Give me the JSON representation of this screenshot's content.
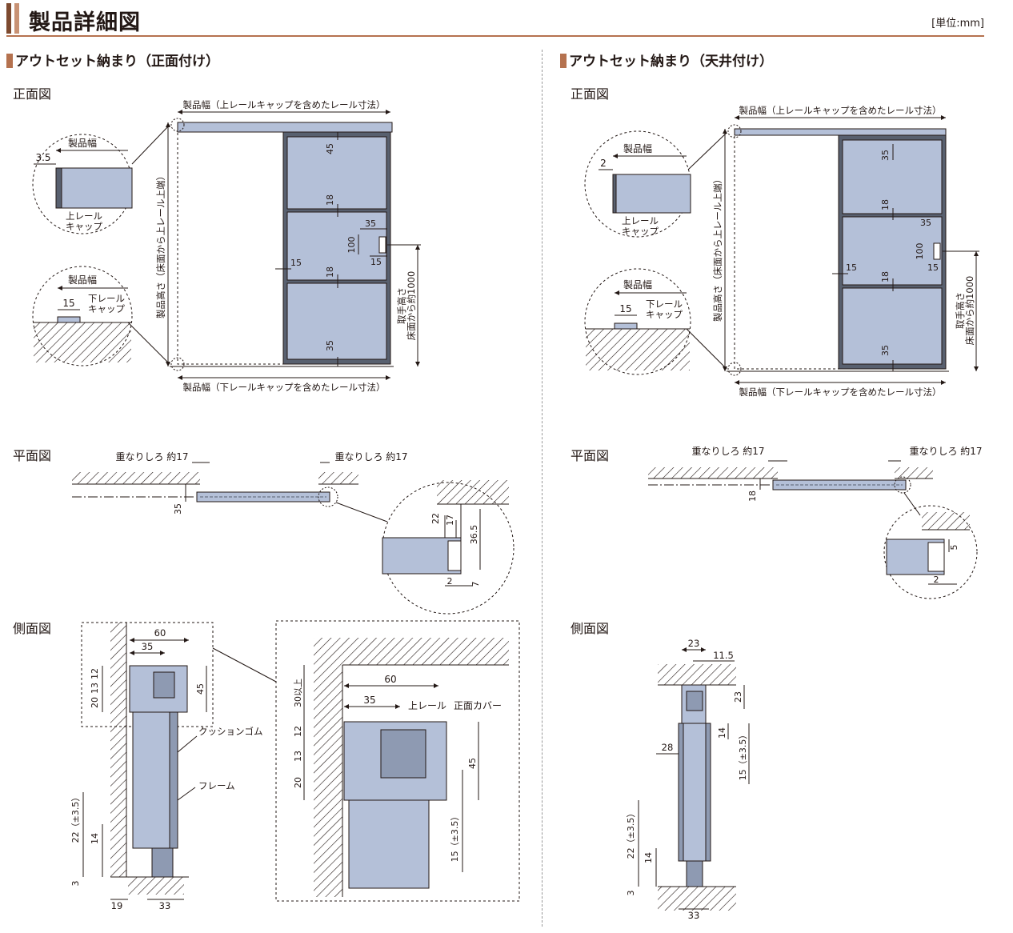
{
  "title": "製品詳細図",
  "unit": "[単位:mm]",
  "colors": {
    "accent_dark": "#7d4a2f",
    "accent": "#b5724f",
    "panel": "#b4c0d8",
    "panel_dark": "#58606f",
    "line": "#231815"
  },
  "sections": {
    "left_heading": "アウトセット納まり（正面付け）",
    "right_heading": "アウトセット納まり（天井付け）"
  },
  "views": {
    "front": "正面図",
    "plan": "平面図",
    "side": "側面図"
  },
  "labels": {
    "width_top": "製品幅（上レールキャップを含めたレール寸法）",
    "width_bottom": "製品幅（下レールキャップを含めたレール寸法）",
    "height": "製品高さ（床面から上レール上端）",
    "handle_1": "取手高さ",
    "handle_2": "床面から約1000",
    "product_width": "製品幅",
    "upper_cap_1": "上レール",
    "upper_cap_2": "キャップ",
    "lower_cap_1": "下レール",
    "lower_cap_2": "キャップ",
    "overlap": "重なりしろ 約17",
    "cushion": "クッションゴム",
    "frame": "フレーム",
    "upper_rail": "上レール",
    "front_cover": "正面カバー",
    "gap_30": "30以上"
  },
  "dims": {
    "d3_5": "3.5",
    "d2": "2",
    "d15": "15",
    "d45": "45",
    "d18": "18",
    "d35": "35",
    "d100": "100",
    "d22": "22",
    "d17": "17",
    "d36_5": "36.5",
    "d7": "7",
    "d5": "5",
    "d60": "60",
    "d12": "12",
    "d13": "13",
    "d20": "20",
    "d14": "14",
    "d3": "3",
    "d19": "19",
    "d33": "33",
    "d23": "23",
    "d11_5": "11.5",
    "d28": "28",
    "d15tol": "15（±3.5）",
    "d22tol": "22（±3.5）"
  }
}
